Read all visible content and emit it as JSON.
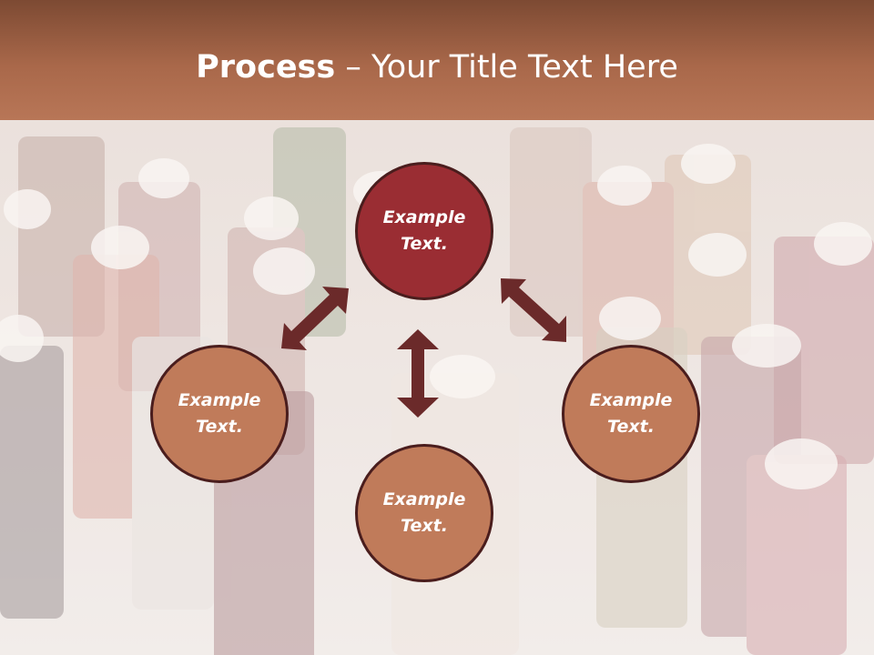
{
  "slide": {
    "title_bold": "Process",
    "title_rest": " – Your Title Text Here"
  },
  "nodes": [
    {
      "text": "Example\nText."
    },
    {
      "text": "Example\nText."
    },
    {
      "text": "Example\nText."
    },
    {
      "text": "Example\nText."
    }
  ],
  "colors": {
    "header": "#a9684a",
    "top_circle": "#9a2d33",
    "other_circles": "#c07b5a",
    "arrows": "#6b2a2a",
    "circle_border": "#4a1d1d"
  },
  "background": "thread-spools-photo"
}
